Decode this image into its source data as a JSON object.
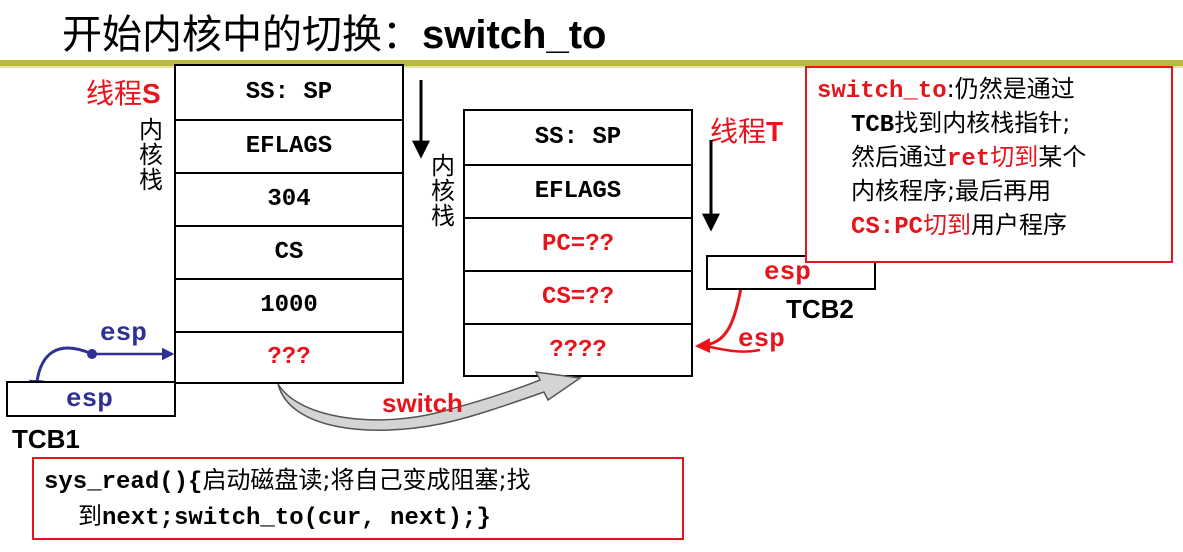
{
  "title": {
    "cn": "开始内核中的切换：",
    "en": "switch_to"
  },
  "thread_s": {
    "label_cn": "线程",
    "label_en": "S",
    "stack_label": [
      "内",
      "核",
      "栈"
    ]
  },
  "thread_t": {
    "label_cn": "线程",
    "label_en": "T",
    "stack_label": [
      "内",
      "核",
      "栈"
    ]
  },
  "stack_s": [
    "SS: SP",
    "EFLAGS",
    "304",
    "CS",
    "1000",
    "???"
  ],
  "stack_t": [
    "SS: SP",
    "EFLAGS",
    "PC=??",
    "CS=??",
    "????"
  ],
  "tcb1": {
    "field": "esp",
    "name": "TCB1"
  },
  "tcb2": {
    "field": "esp",
    "name": "TCB2"
  },
  "arrows": {
    "esp_s": "esp",
    "esp_t": "esp",
    "switch": "switch"
  },
  "note": {
    "l1_a": "switch_to",
    "l1_b": ":仍然是通过",
    "l2_a": "TCB",
    "l2_b": "找到内核栈指针;",
    "l3_a": "然后通过",
    "l3_b": "ret",
    "l3_c": "切到",
    "l3_d": "某个",
    "l4": "内核程序;最后再用",
    "l5_a": "CS:PC",
    "l5_b": "切到",
    "l5_c": "用户程序"
  },
  "code": {
    "l1_a": "sys_read(){",
    "l1_b": "启动磁盘读;将自己变成阻塞;找",
    "l2_a": "到",
    "l2_b": "next;switch_to(cur, next);}"
  },
  "colors": {
    "red": "#e8141b",
    "blue": "#2e3192",
    "rule": "#b9b93c"
  }
}
